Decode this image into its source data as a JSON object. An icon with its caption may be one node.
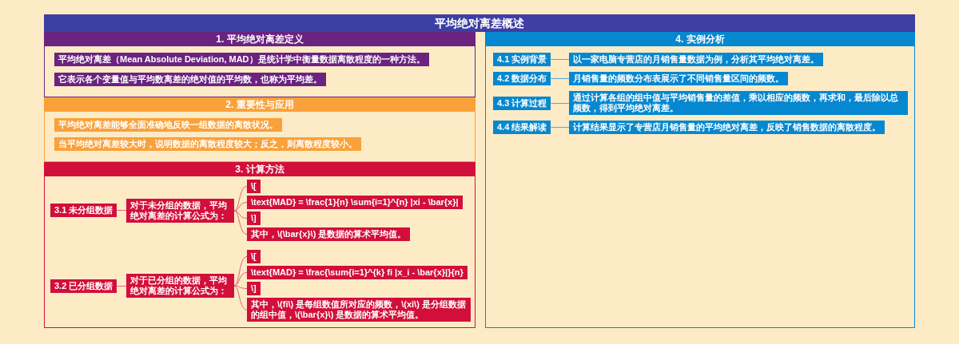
{
  "diagram": {
    "nodes": [
      {
        "text": [
          "平均绝对离差概述"
        ]
      },
      {
        "text": [
          "1. 平均绝对离差定义"
        ]
      },
      {
        "text": [
          "平均绝对离差（Mean Absolute Deviation, MAD）是统计学中衡量数据离散程度的一种方法。"
        ],
        "in": 1
      },
      {
        "text": [
          "它表示各个变量值与平均数离差的绝对值的平均数，也称为平均差。"
        ],
        "in": 1
      },
      {
        "text": [
          "2. 重要性与应用"
        ]
      },
      {
        "text": [
          "平均绝对离差能够全面准确地反映一组数据的离散状况。"
        ],
        "in": 4
      },
      {
        "text": [
          "当平均绝对离差较大时，说明数据的离散程度较大；反之，则离散程度较小。"
        ],
        "in": 4
      },
      {
        "text": [
          "3. 计算方法"
        ]
      },
      {
        "text": [
          "3.1 未分组数据"
        ],
        "in": 7
      },
      {
        "text": [
          "对于未分组的数据，平均绝对离差的计算公式为："
        ],
        "in": 7
      },
      {
        "text": [
          "\\["
        ],
        "in": 7
      },
      {
        "text": [
          "\\text{MAD} = \\frac{1}{n} \\sum{i=1}^{n} |xi - \\bar{x}|"
        ],
        "in": 7
      },
      {
        "text": [
          "\\]"
        ],
        "in": 7
      },
      {
        "text": [
          "其中，\\(\\bar{x}\\) 是数据的算术平均值。"
        ],
        "in": 7
      },
      {
        "text": [
          "3.2 已分组数据"
        ],
        "in": 7
      },
      {
        "text": [
          "对于已分组的数据，平均绝对离差的计算公式为："
        ],
        "in": 7
      },
      {
        "text": [
          "\\["
        ],
        "in": 7
      },
      {
        "text": [
          "\\text{MAD} = \\frac{\\sum{i=1}^{k} fi |x_i - \\bar{x}|}{n}"
        ],
        "in": 7
      },
      {
        "text": [
          "\\]"
        ],
        "in": 7
      },
      {
        "text": [
          "其中，\\(fi\\) 是每组数值所对应的频数，\\(xi\\) 是分组数据的组中值，\\(\\bar{x}\\) 是数据的算术平均值。"
        ],
        "in": 7
      },
      {
        "text": [
          "4. 实例分析"
        ]
      },
      {
        "text": [
          "4.1 实例背景"
        ],
        "in": 20
      },
      {
        "text": [
          "以一家电脑专营店的月销售量数据为例，分析其平均绝对离差。"
        ],
        "in": 20
      },
      {
        "text": [
          "4.2 数据分布"
        ],
        "in": 20
      },
      {
        "text": [
          "月销售量的频数分布表展示了不同销售量区间的频数。"
        ],
        "in": 20
      },
      {
        "text": [
          "4.3 计算过程"
        ],
        "in": 20
      },
      {
        "text": [
          "通过计算各组的组中值与平均销售量的差值，乘以相应的频数，再求和，最后除以总频数，得到平均绝对离差。"
        ],
        "in": 20
      },
      {
        "text": [
          "4.4 结果解读"
        ],
        "in": 20
      },
      {
        "text": [
          "计算结果显示了专营店月销售量的平均绝对离差，反映了销售数据的离散程度。"
        ],
        "in": 20
      }
    ],
    "edges": [
      {
        "from": 8,
        "to": 9,
        "arrow": "none"
      },
      {
        "from": 9,
        "to": 10,
        "arrow": "none"
      },
      {
        "from": 9,
        "to": 11,
        "arrow": "none"
      },
      {
        "from": 9,
        "to": 12,
        "arrow": "none"
      },
      {
        "from": 9,
        "to": 13,
        "arrow": "none"
      },
      {
        "from": 14,
        "to": 15,
        "arrow": "none"
      },
      {
        "from": 15,
        "to": 16,
        "arrow": "none"
      },
      {
        "from": 15,
        "to": 17,
        "arrow": "none"
      },
      {
        "from": 15,
        "to": 18,
        "arrow": "none"
      },
      {
        "from": 15,
        "to": 19,
        "arrow": "none"
      },
      {
        "from": 21,
        "to": 22,
        "arrow": "none",
        "color": "#58a6d8"
      },
      {
        "from": 23,
        "to": 24,
        "arrow": "none",
        "color": "#58a6d8"
      },
      {
        "from": 25,
        "to": 26,
        "arrow": "none",
        "color": "#58a6d8"
      },
      {
        "from": 27,
        "to": 28,
        "arrow": "none",
        "color": "#58a6d8"
      }
    ]
  }
}
